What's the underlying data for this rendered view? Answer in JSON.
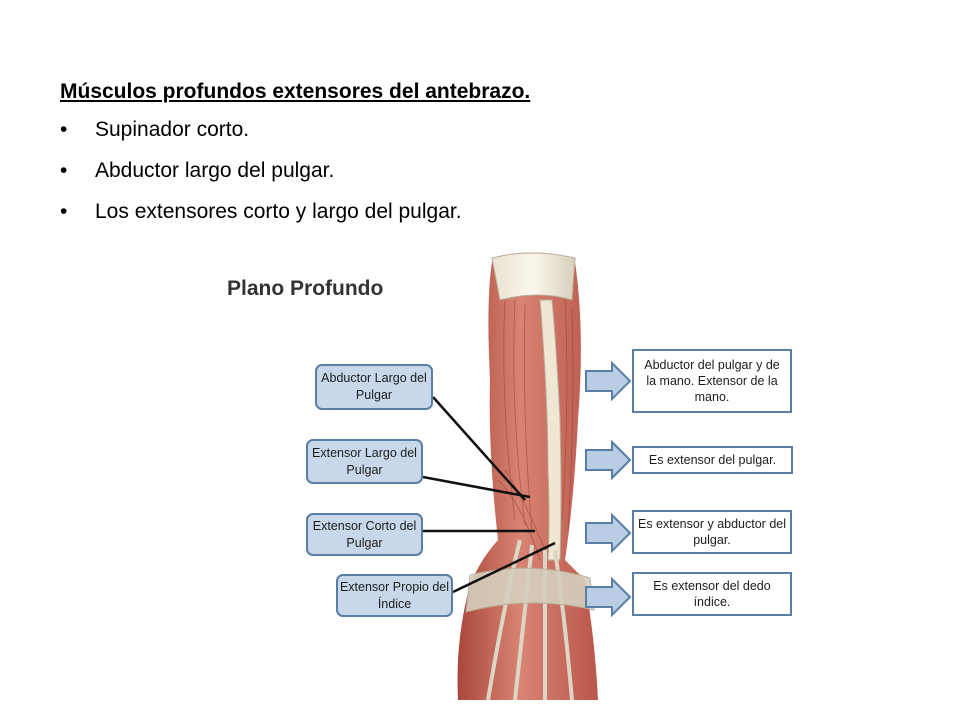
{
  "slide": {
    "title": "Músculos profundos extensores del antebrazo.",
    "bullets": [
      "Supinador corto.",
      "Abductor largo del pulgar.",
      "Los extensores corto y largo del pulgar."
    ]
  },
  "figure": {
    "title": "Plano Profundo",
    "labels": [
      "Abductor Largo del Pulgar",
      "Extensor Largo del Pulgar",
      "Extensor Corto del Pulgar",
      "Extensor Propio del Índice"
    ],
    "descriptions": [
      "Abductor del pulgar y de la mano. Extensor de la mano.",
      "Es extensor del pulgar.",
      "Es extensor y abductor del pulgar.",
      "Es extensor del dedo índice."
    ]
  },
  "colors": {
    "label_fill": "#c8d8ea",
    "label_border": "#5a7ea6",
    "arrow_fill": "#b9cde4",
    "muscle": "#c8685a",
    "tendon": "#d9d3c4"
  }
}
